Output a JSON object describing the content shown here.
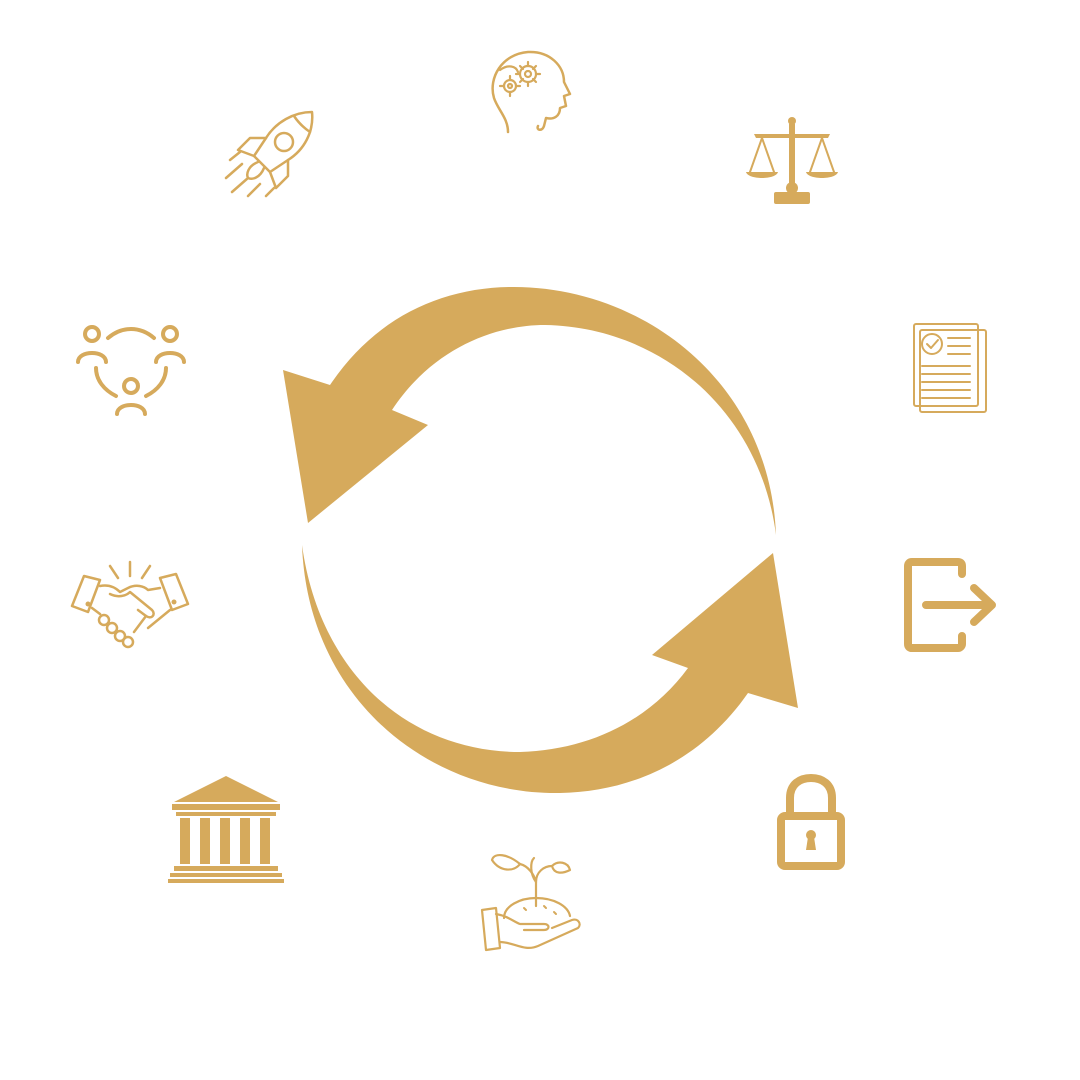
{
  "diagram": {
    "accent_color": "#d6aa5c",
    "background_color": "#ffffff",
    "center_text_color": "#ffffff",
    "center_lines": [
      "",
      "",
      "",
      ""
    ],
    "nodes": [
      {
        "id": "brain",
        "icon": "brain-gears-icon"
      },
      {
        "id": "justice",
        "icon": "scales-of-justice-icon"
      },
      {
        "id": "document",
        "icon": "approved-document-icon"
      },
      {
        "id": "exit",
        "icon": "exit-arrow-icon"
      },
      {
        "id": "lock",
        "icon": "padlock-icon"
      },
      {
        "id": "growth",
        "icon": "hand-with-sprout-icon"
      },
      {
        "id": "institution",
        "icon": "bank-building-icon"
      },
      {
        "id": "partnership",
        "icon": "handshake-icon"
      },
      {
        "id": "team",
        "icon": "connected-people-icon"
      },
      {
        "id": "startup",
        "icon": "rocket-icon"
      }
    ],
    "center_graphic": "circular-arrows-icon"
  }
}
